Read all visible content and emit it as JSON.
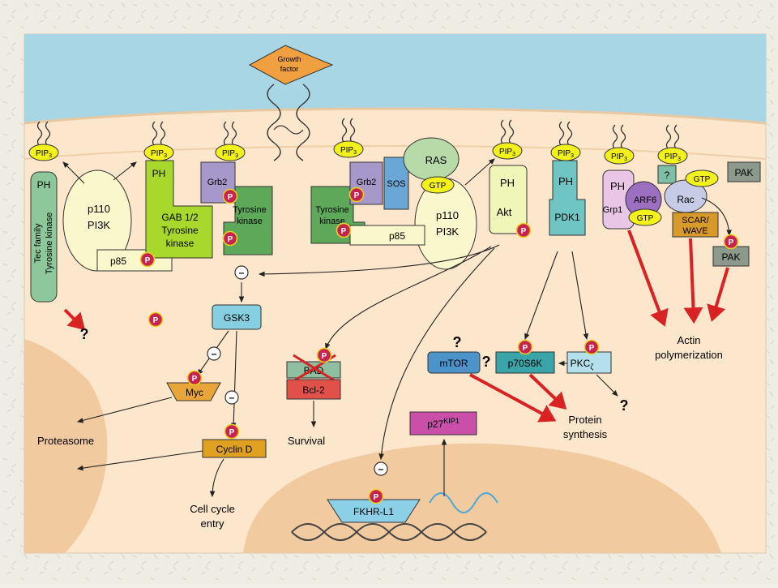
{
  "growth_factor": {
    "line1": "Growth",
    "line2": "factor"
  },
  "lipid": {
    "pip_base": "PIP",
    "pip_sub": "3"
  },
  "phospho": "P",
  "question": "?",
  "inhibitor": "–",
  "proteins": {
    "ph": "PH",
    "tec_kinase": {
      "line1": "Tec family",
      "line2": "Tyrosine kinase"
    },
    "p110": "p110",
    "pi3k": "PI3K",
    "p85": "p85",
    "gab": {
      "line1": "GAB 1/2",
      "line2": "Tyrosine",
      "line3": "kinase"
    },
    "grb2": "Grb2",
    "tyrosine_kinase": {
      "line1": "Tyrosine",
      "line2": "kinase"
    },
    "ras": "RAS",
    "sos": "SOS",
    "gtp": "GTP",
    "akt": "Akt",
    "pdk1": "PDK1",
    "grp1": "Grp1",
    "arf6": "ARF6",
    "rac": "Rac",
    "pak": "PAK",
    "scar_wave": {
      "line1": "SCAR/",
      "line2": "WAVE"
    },
    "gsk3": "GSK3",
    "myc": "Myc",
    "cyclin_d": "Cyclin D",
    "bad": "BAD",
    "bcl2": "Bcl-2",
    "mtor": "mTOR",
    "p70s6k": "p70S6K",
    "pkc_zeta": {
      "base": "PKC",
      "sub": "ζ"
    },
    "p27": {
      "base": "p27",
      "sup": "KIP1"
    },
    "fkhr": "FKHR-L1"
  },
  "outcomes": {
    "proteasome": "Proteasome",
    "survival": "Survival",
    "cell_cycle": {
      "line1": "Cell cycle",
      "line2": "entry"
    },
    "protein_synthesis": {
      "line1": "Protein",
      "line2": "synthesis"
    },
    "actin": {
      "line1": "Actin",
      "line2": "polymerization"
    }
  },
  "colors": {
    "extracellular": "#a9d6e5",
    "cytoplasm": "#fce6cc",
    "nucleus": "#f2caa0",
    "pip_yellow": "#f2f21a",
    "phospho_red": "#c8224e",
    "arrow_red": "#d92323",
    "tec_green": "#8ec89a",
    "gab_green": "#a9d82c",
    "grb2_purple": "#a698c8",
    "tyrosine_green": "#5ea85a",
    "sos_blue": "#6aa7d6",
    "ras_green": "#b6dba8",
    "pdk1_teal": "#6fc5c4",
    "gsk3_blue": "#86cfe0",
    "mtor_blue": "#4b93c8",
    "p70_teal": "#3aa5a8",
    "pkc_blue": "#b3e0ea",
    "p27_magenta": "#c94fa8",
    "bcl2_red": "#e2504a",
    "bad_teal": "#8fbfa0",
    "myc_orange": "#e8a63a",
    "cyclin_orange": "#e0a020",
    "scar_orange": "#d89a28",
    "pak_gray": "#8c9a8c",
    "arf6_purple": "#9c6fc0",
    "grp1_pink": "#e9c6e6",
    "rac_lavender": "#c6cce6"
  }
}
